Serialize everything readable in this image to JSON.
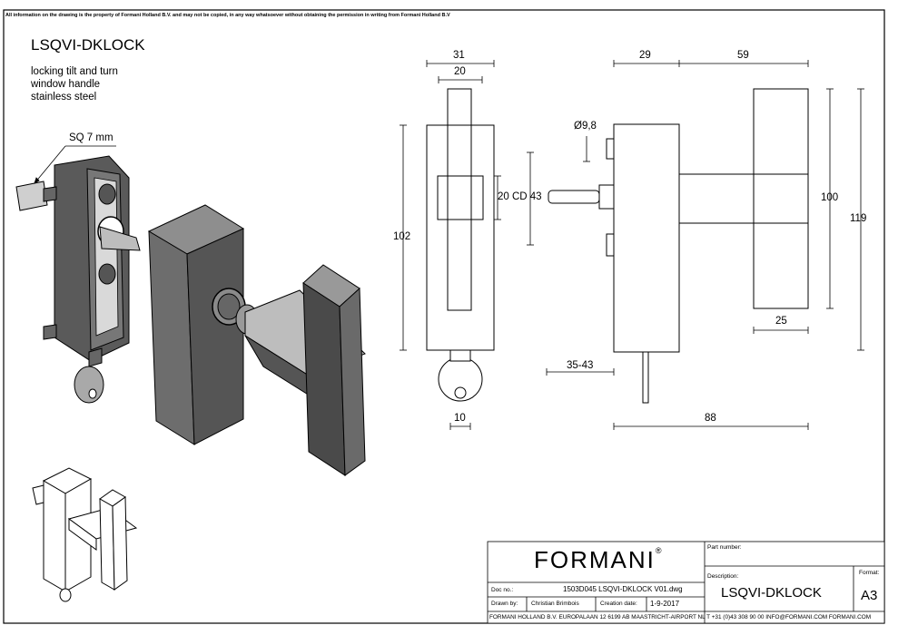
{
  "copyright": "All information on the drawing is the property of Formani Holland B.V. and may not be copied, in any way whatsoever without obtaining the permission in writing from Formani Holland B.V",
  "product": {
    "code": "LSQVI-DKLOCK",
    "description_lines": [
      "locking tilt and turn",
      "window handle",
      "stainless steel"
    ]
  },
  "callouts": {
    "spindle": "SQ 7 mm"
  },
  "dimensions": {
    "d31": "31",
    "d20_top": "20",
    "d102": "102",
    "d20_cd43": "20  CD 43",
    "d10": "10",
    "d29": "29",
    "d59": "59",
    "d_phi98": "Ø9,8",
    "d100": "100",
    "d119": "119",
    "d25": "25",
    "d35_43": "35-43",
    "d88": "88"
  },
  "title_block": {
    "logo": "FORMANI",
    "logo_mark": "®",
    "part_number_label": "Part number:",
    "description_label": "Description:",
    "description_value": "LSQVI-DKLOCK",
    "format_label": "Format:",
    "format_value": "A3",
    "doc_no_label": "Doc no.:",
    "doc_no_value": "1503D045 LSQVI-DKLOCK V01.dwg",
    "drawn_by_label": "Drawn by:",
    "drawn_by_value": "Christian Brimbois",
    "creation_date_label": "Creation date:",
    "creation_date_value": "1-9-2017",
    "address": "FORMANI HOLLAND B.V.  EUROPALAAN 12  6199 AB MAASTRICHT-AIRPORT NL  T +31 (0)43 308 90 00 INFO@FORMANI.COM FORMANI.COM"
  }
}
